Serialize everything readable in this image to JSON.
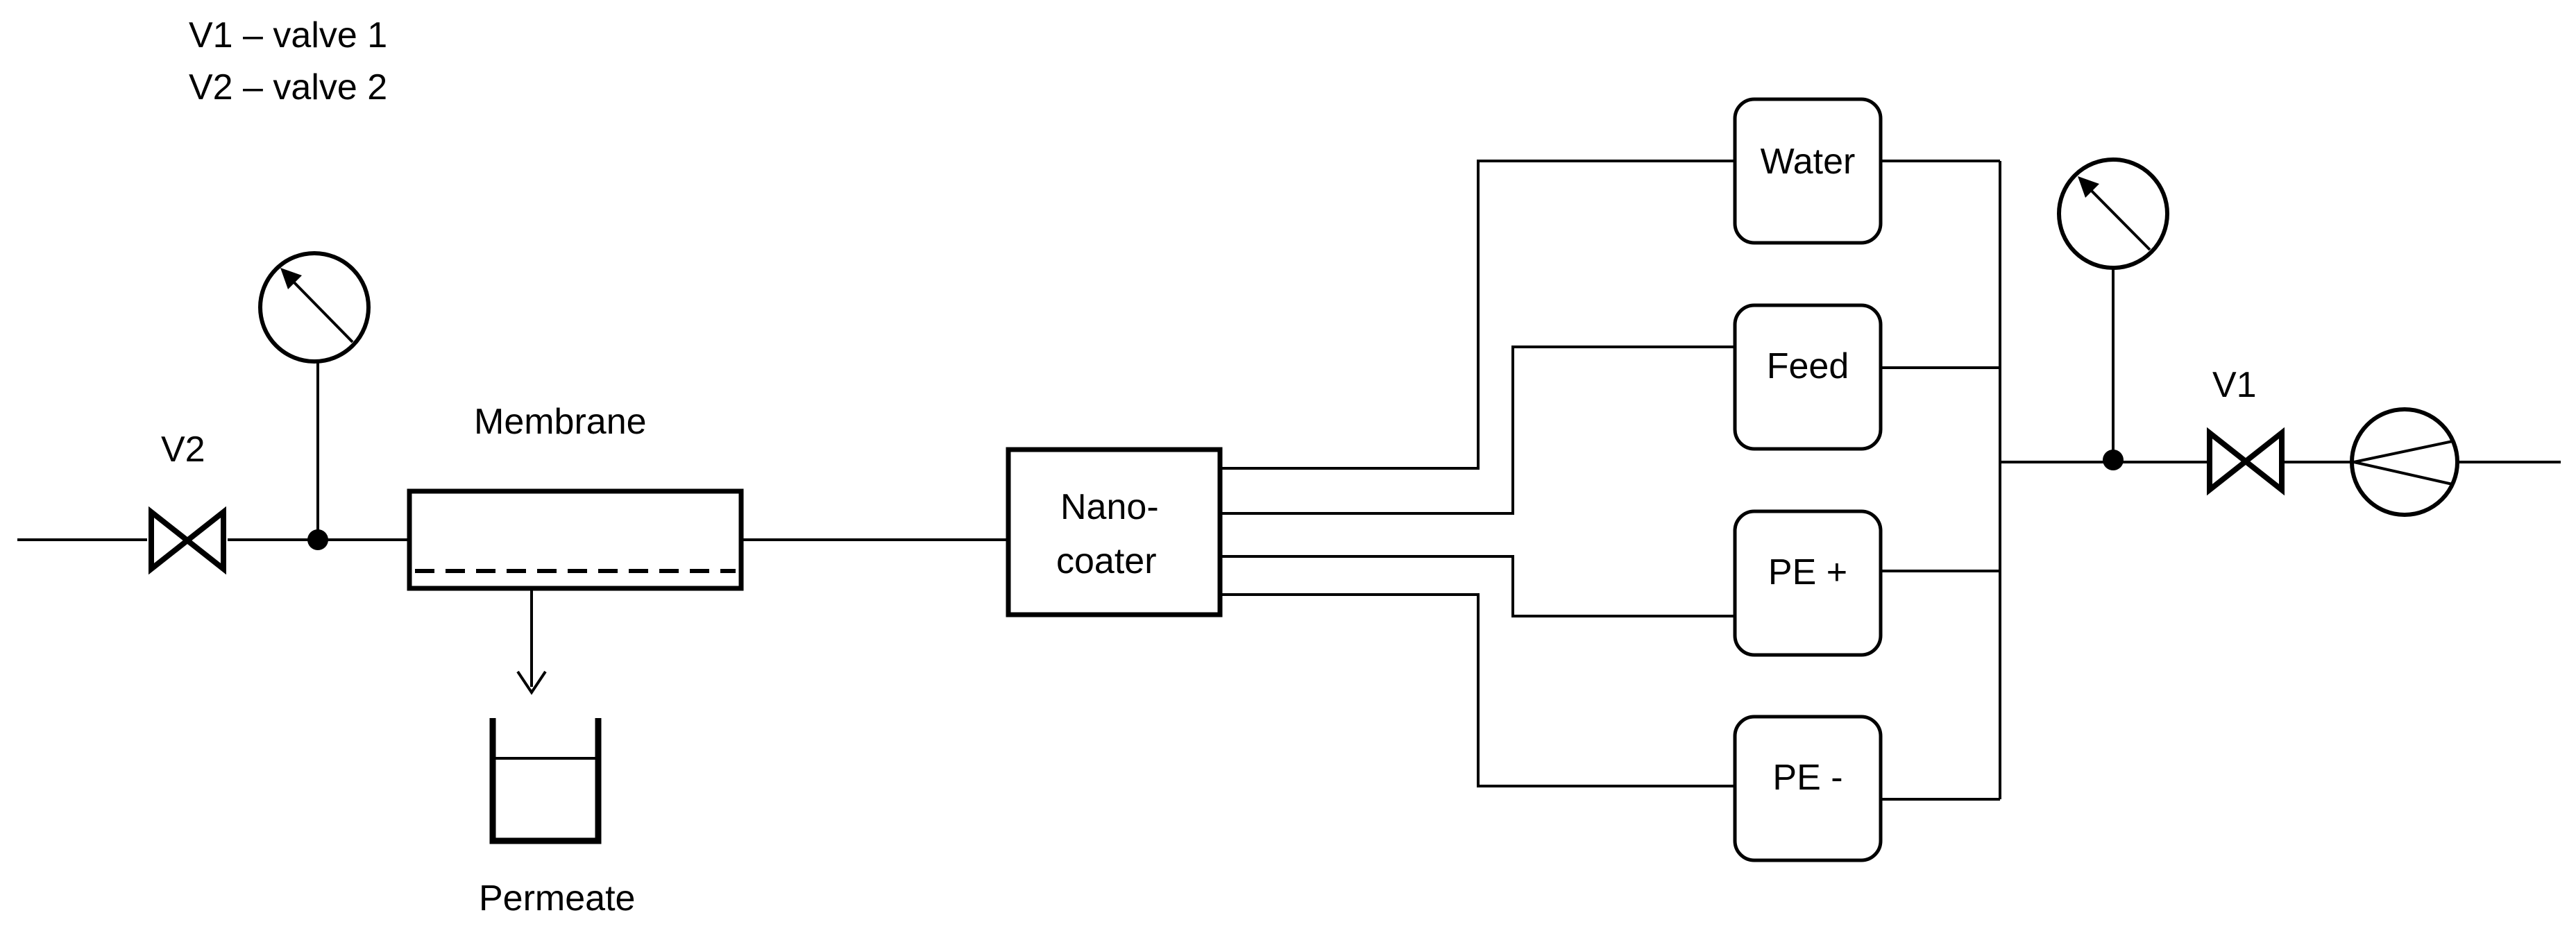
{
  "legend": {
    "v1": "V1 – valve 1",
    "v2": "V2 – valve 2"
  },
  "labels": {
    "v1": "V1",
    "v2": "V2",
    "membrane": "Membrane",
    "permeate": "Permeate",
    "nanocoater_line1": "Nano-",
    "nanocoater_line2": "coater",
    "water": "Water",
    "feed": "Feed",
    "pe_plus": "PE +",
    "pe_minus": "PE -"
  },
  "colors": {
    "stroke": "#000000",
    "background": "#ffffff"
  }
}
